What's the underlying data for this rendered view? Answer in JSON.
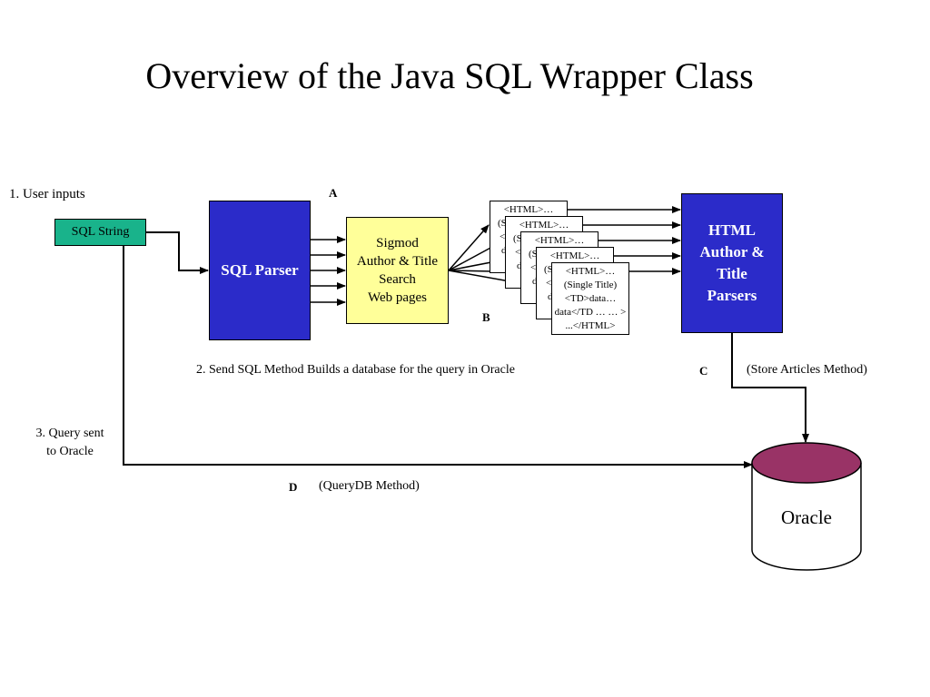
{
  "title": "Overview of the Java SQL Wrapper Class",
  "step1": "1. User inputs",
  "sql_string": "SQL String",
  "sql_parser": "SQL Parser",
  "search_box": [
    "Sigmod",
    "Author & Title",
    "Search",
    "Web pages"
  ],
  "parsers_box": [
    "HTML",
    "Author &",
    "Title",
    "Parsers"
  ],
  "pages": [
    [
      "<HTML>…",
      "(S",
      "<",
      "da",
      "da"
    ],
    [
      "<HTML>…",
      "(S",
      "<",
      "da",
      "da"
    ],
    [
      "<HTML>…",
      "(S",
      "<",
      "da",
      "da"
    ],
    [
      "<HTML>…",
      "(S",
      "<",
      "da",
      "da"
    ],
    [
      "<HTML>…",
      "(Single Title)",
      "<TD>data…",
      "data</TD … … >",
      "...</HTML>"
    ]
  ],
  "letter_a": "A",
  "letter_b": "B",
  "letter_c": "C",
  "letter_d": "D",
  "step2": "2. Send SQL Method Builds a database for the query in Oracle",
  "store_method": "(Store Articles Method)",
  "step3_line1": "3. Query sent",
  "step3_line2": "to Oracle",
  "querydb_method": "(QueryDB Method)",
  "oracle": "Oracle",
  "colors": {
    "sql_string": "#19b38b",
    "blue_box": "#2b2bc9",
    "search_box": "#ffff99",
    "db_top": "#993366"
  }
}
